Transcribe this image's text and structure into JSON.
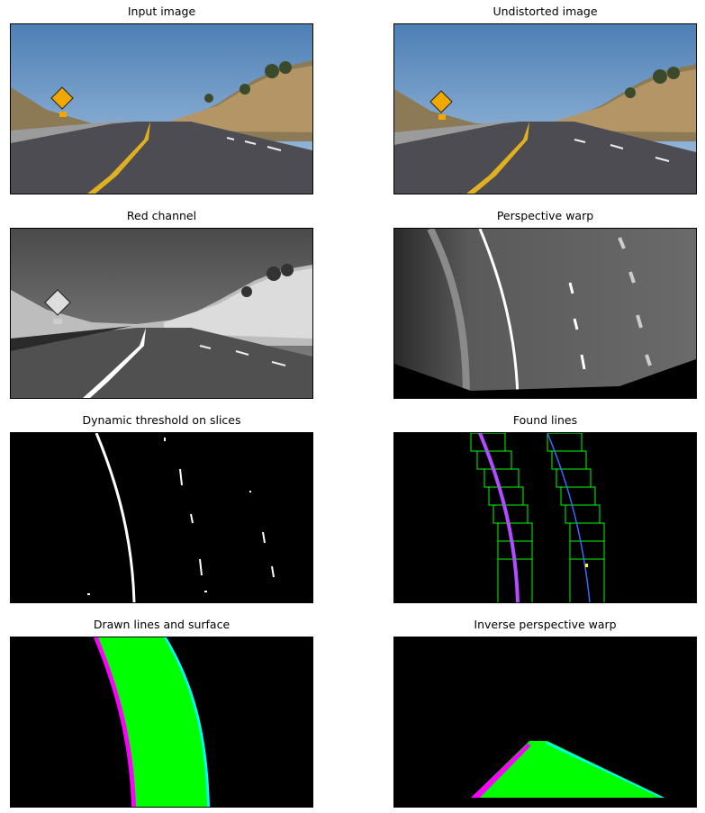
{
  "figure": {
    "panels": [
      {
        "title": "Input image"
      },
      {
        "title": "Undistorted image"
      },
      {
        "title": "Red channel"
      },
      {
        "title": "Perspective warp"
      },
      {
        "title": "Dynamic threshold on slices"
      },
      {
        "title": "Found lines"
      },
      {
        "title": "Drawn lines and surface"
      },
      {
        "title": "Inverse perspective warp"
      }
    ]
  },
  "colors": {
    "lane_fill": "#00ff00",
    "left_line": "#ff00ff",
    "right_line": "#00ffff",
    "search_window": "#00ff00",
    "fit_left": "#b14cff",
    "fit_right": "#3a6bff"
  }
}
